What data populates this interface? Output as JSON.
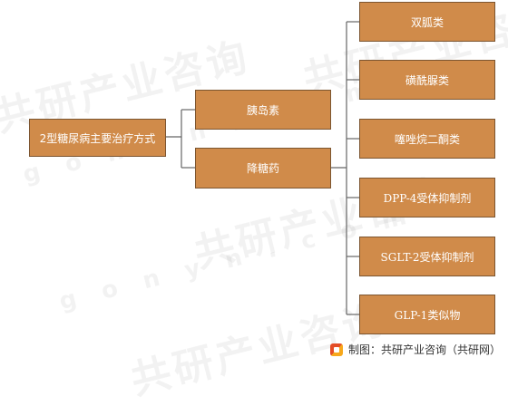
{
  "watermark": {
    "cn_text": "共研产业咨询",
    "url_text": "g o n y n . c o m"
  },
  "diagram": {
    "root": {
      "label": "2型糖尿病主要治疗方式"
    },
    "level1": [
      {
        "label": "胰岛素"
      },
      {
        "label": "降糖药"
      }
    ],
    "level2": [
      {
        "label": "双胍类"
      },
      {
        "label": "磺酰脲类"
      },
      {
        "label": "噻唑烷二酮类"
      },
      {
        "label": "DPP-4受体抑制剂"
      },
      {
        "label": "SGLT-2受体抑制剂"
      },
      {
        "label": "GLP-1类似物"
      }
    ]
  },
  "footer": {
    "caption": "制图：共研产业咨询（共研网）"
  },
  "colors": {
    "box_fill": "#d08b4a",
    "box_border": "#7c5530",
    "line": "#666666"
  }
}
